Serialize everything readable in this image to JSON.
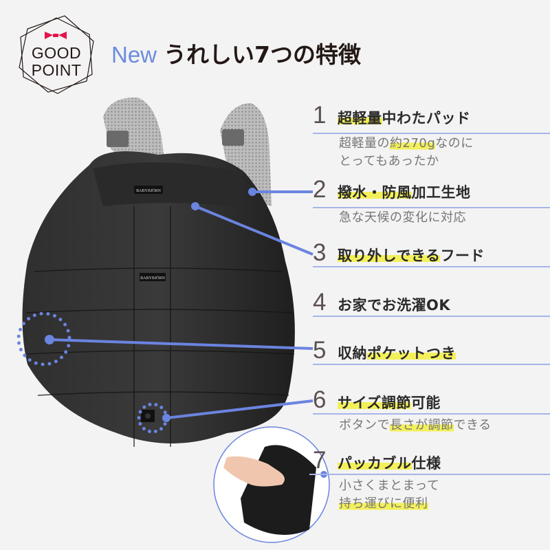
{
  "badge": {
    "line1": "GOOD",
    "line2": "POINT",
    "icon": "bow-ribbon-icon",
    "icon_color": "#e5144a"
  },
  "header": {
    "prefix": "New",
    "title": "うれしい7つの特徴"
  },
  "colors": {
    "accent_blue": "#6b84e0",
    "highlight_yellow": "#f3f05a",
    "background": "#f3f3f3"
  },
  "product": {
    "brand_label_hood": "BABYBJÖRN",
    "brand_label_body": "BABYBJÖRN"
  },
  "features": [
    {
      "number": "1",
      "title_highlight": "超軽量",
      "title_rest": "中わたパッド",
      "desc_line1_pre": "超軽量の",
      "desc_line1_highlight": "約270g",
      "desc_line1_post": "なのに",
      "desc_line2": "とってもあったか"
    },
    {
      "number": "2",
      "title_highlight": "撥水・防風",
      "title_rest": "加工生地",
      "desc": "急な天候の変化に対応"
    },
    {
      "number": "3",
      "title_highlight": "取り外しできる",
      "title_rest": "フード"
    },
    {
      "number": "4",
      "title": "お家でお洗濯OK"
    },
    {
      "number": "5",
      "title_pre": "収納",
      "title_highlight": "ポケットつき"
    },
    {
      "number": "6",
      "title_highlight": "サイズ調節",
      "title_rest": "可能",
      "desc_pre": "ボタンで",
      "desc_highlight": "長さが調節",
      "desc_post": "できる"
    },
    {
      "number": "7",
      "title_highlight": "パッカブル",
      "title_rest": "仕様",
      "desc_line1": "小さくまとまって",
      "desc_line2_highlight": "持ち運びに便利"
    }
  ]
}
